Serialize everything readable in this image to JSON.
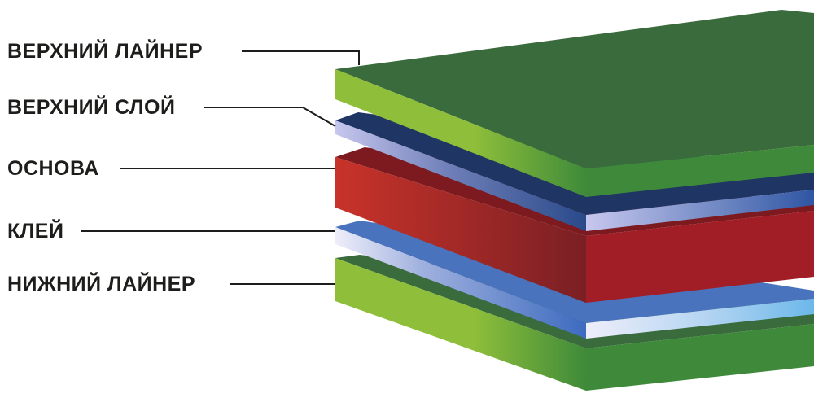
{
  "labels": {
    "top_liner": "ВЕРХНИЙ ЛАЙНЕР",
    "top_layer": "ВЕРХНИЙ СЛОЙ",
    "base": "ОСНОВА",
    "adhesive": "КЛЕЙ",
    "bottom_liner": "НИЖНИЙ ЛАЙНЕР"
  },
  "colors": {
    "liner_top": "#3a6b3c",
    "liner_front_left": "#8fbf3a",
    "liner_front_right": "#3f8a3a",
    "top_layer_top": "#1f3563",
    "top_layer_front_left": "#b9b9e6",
    "top_layer_front_right": "#2f4f8c",
    "base_top": "#7d1a1f",
    "base_front_left": "#c6322a",
    "base_front_right": "#9a1e24",
    "adhesive_top": "#4a73bd",
    "adhesive_front_left": "#e9e9f7",
    "adhesive_front_right": "#6fb3e6",
    "leader_line": "#1d1d1b"
  }
}
